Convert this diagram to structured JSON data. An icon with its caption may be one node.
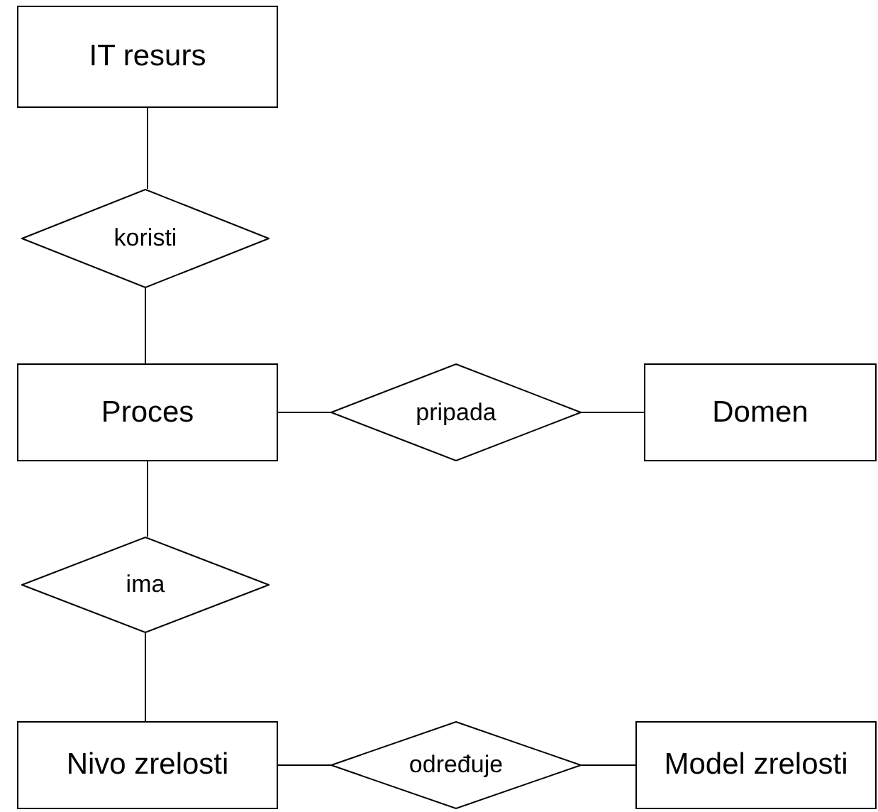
{
  "diagram": {
    "nodes": [
      {
        "text": [
          "IT resurs"
        ]
      },
      {
        "text": [
          "koristi"
        ]
      },
      {
        "text": [
          "Proces"
        ]
      },
      {
        "text": [
          "pripada"
        ]
      },
      {
        "text": [
          "Domen"
        ]
      },
      {
        "text": [
          "ima"
        ]
      },
      {
        "text": [
          "Nivo zrelosti"
        ]
      },
      {
        "text": [
          "određuje"
        ]
      },
      {
        "text": [
          "Model zrelosti"
        ]
      }
    ],
    "edges": [
      {
        "from": 0,
        "to": 1,
        "arrow": "none"
      },
      {
        "from": 1,
        "to": 2,
        "arrow": "none"
      },
      {
        "from": 2,
        "to": 3,
        "arrow": "none"
      },
      {
        "from": 3,
        "to": 4,
        "arrow": "none"
      },
      {
        "from": 2,
        "to": 5,
        "arrow": "none"
      },
      {
        "from": 5,
        "to": 6,
        "arrow": "none"
      },
      {
        "from": 6,
        "to": 7,
        "arrow": "none"
      },
      {
        "from": 7,
        "to": 8,
        "arrow": "none"
      }
    ]
  }
}
